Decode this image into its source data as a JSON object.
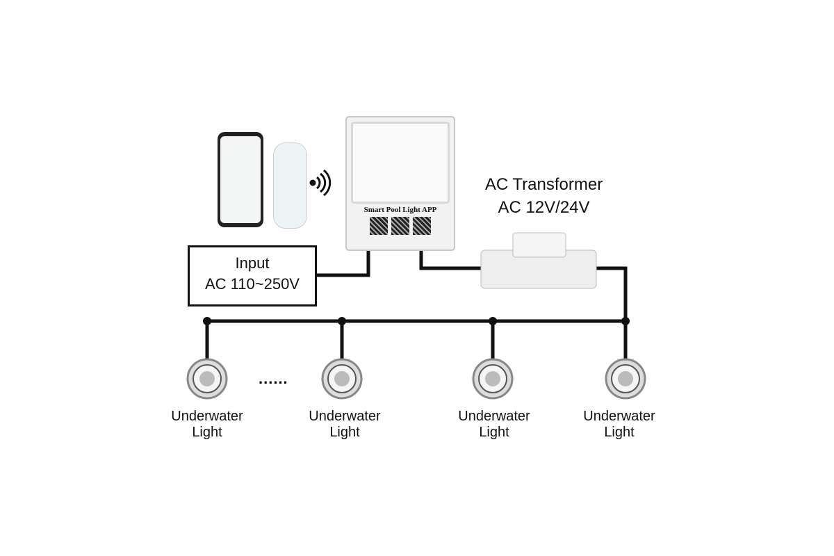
{
  "controller": {
    "app_label": "Smart Pool Light APP"
  },
  "input_box": {
    "line1": "Input",
    "line2": "AC 110~250V"
  },
  "transformer": {
    "line1": "AC Transformer",
    "line2": "AC 12V/24V"
  },
  "ellipsis": "......",
  "lights": [
    {
      "line1": "Underwater",
      "line2": "Light"
    },
    {
      "line1": "Underwater",
      "line2": "Light"
    },
    {
      "line1": "Underwater",
      "line2": "Light"
    },
    {
      "line1": "Underwater",
      "line2": "Light"
    }
  ]
}
